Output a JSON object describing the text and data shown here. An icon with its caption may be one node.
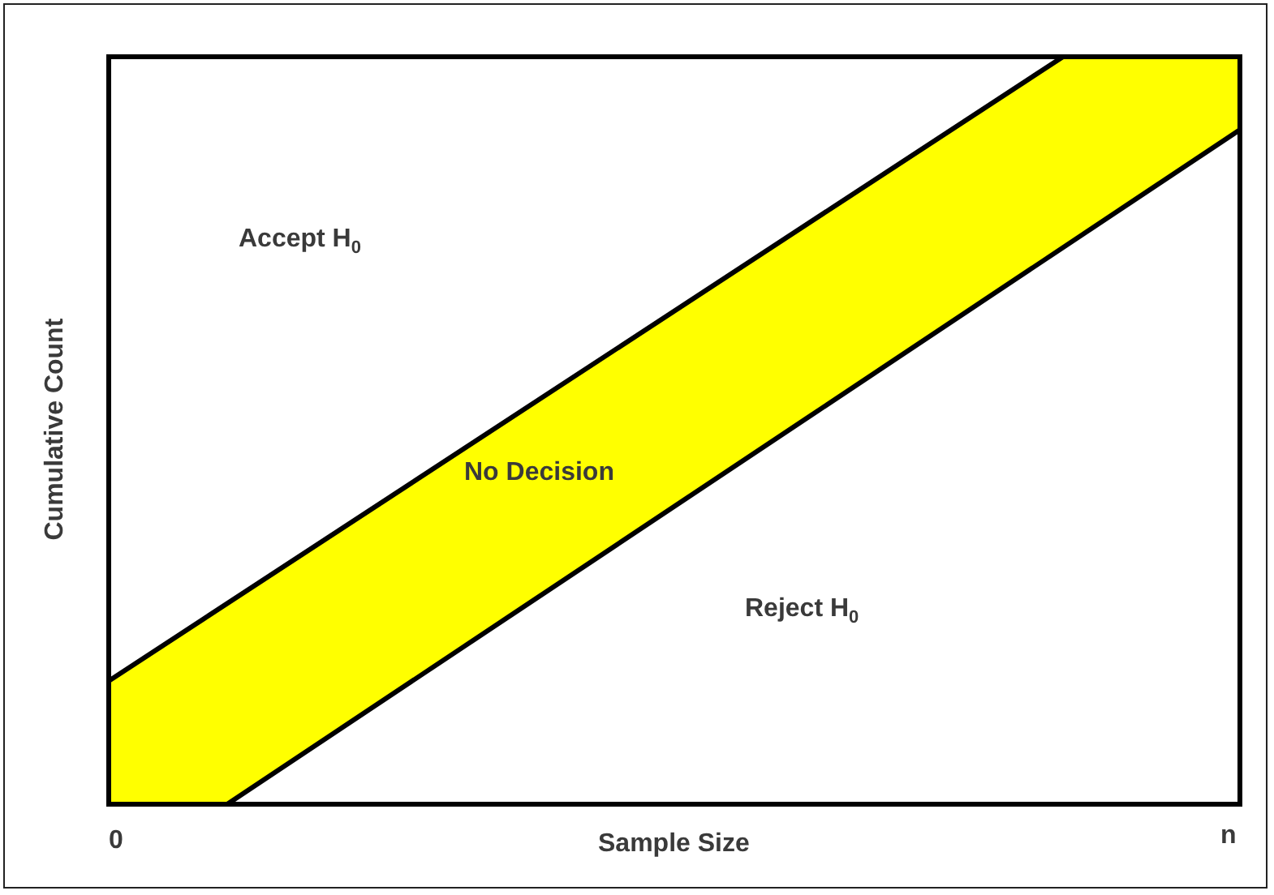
{
  "diagram": {
    "labels": [
      "Accept H$_{0}$",
      "No Decision",
      "Reject H$_{0}$",
      "Cumulative Count",
      "0",
      "Sample Size",
      "n"
    ]
  }
}
